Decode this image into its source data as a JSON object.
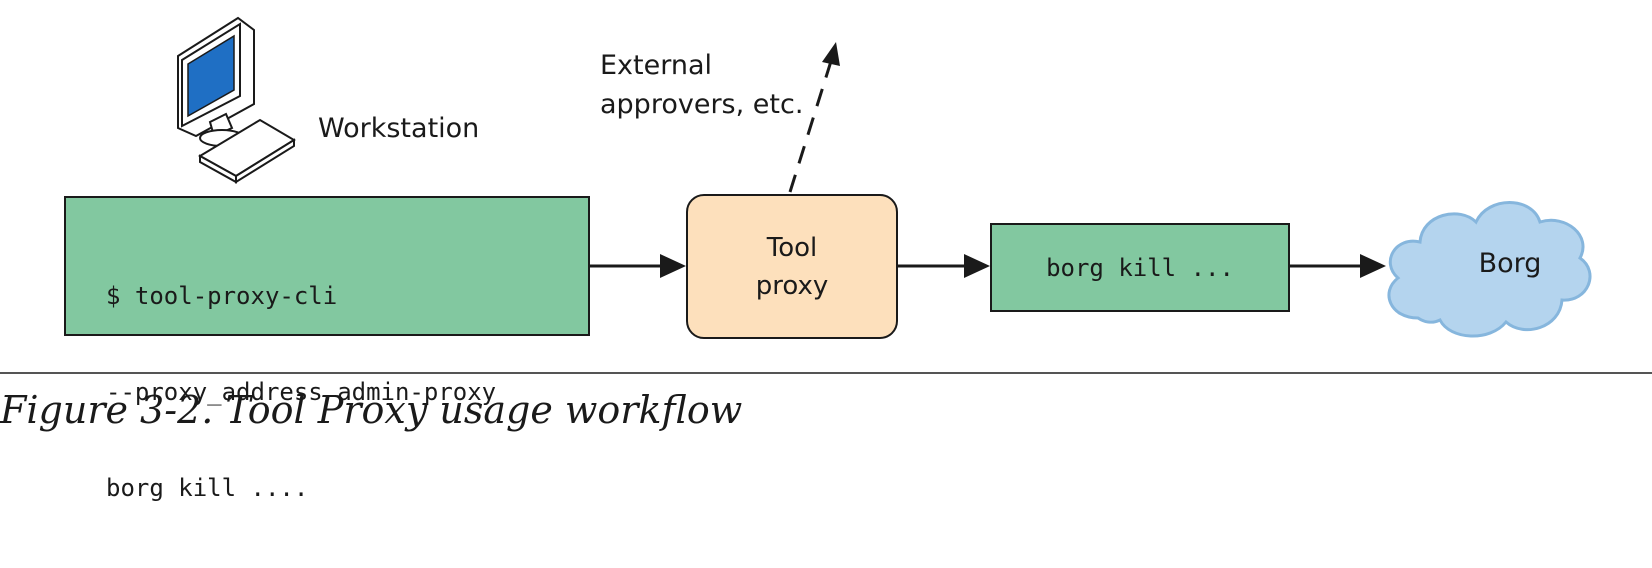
{
  "diagram": {
    "workstation_label": "Workstation",
    "external_label": [
      "External",
      "approvers, etc."
    ],
    "cli_lines": [
      "$ tool-proxy-cli",
      "--proxy_address admin-proxy",
      "borg kill ...."
    ],
    "proxy_lines": [
      "Tool",
      "proxy"
    ],
    "borg_command": "borg kill ...",
    "borg_label": "Borg"
  },
  "caption": "Figure 3-2. Tool Proxy usage workflow",
  "colors": {
    "command_box_fill": "#82c8a0",
    "proxy_box_fill": "#fde0bc",
    "cloud_fill": "#b4d4ee",
    "cloud_stroke": "#86b6dd",
    "monitor_screen": "#1f6fc4",
    "outline": "#1a1a1a"
  },
  "icons": {
    "workstation": "computer-workstation-icon",
    "borg": "cloud-icon"
  }
}
